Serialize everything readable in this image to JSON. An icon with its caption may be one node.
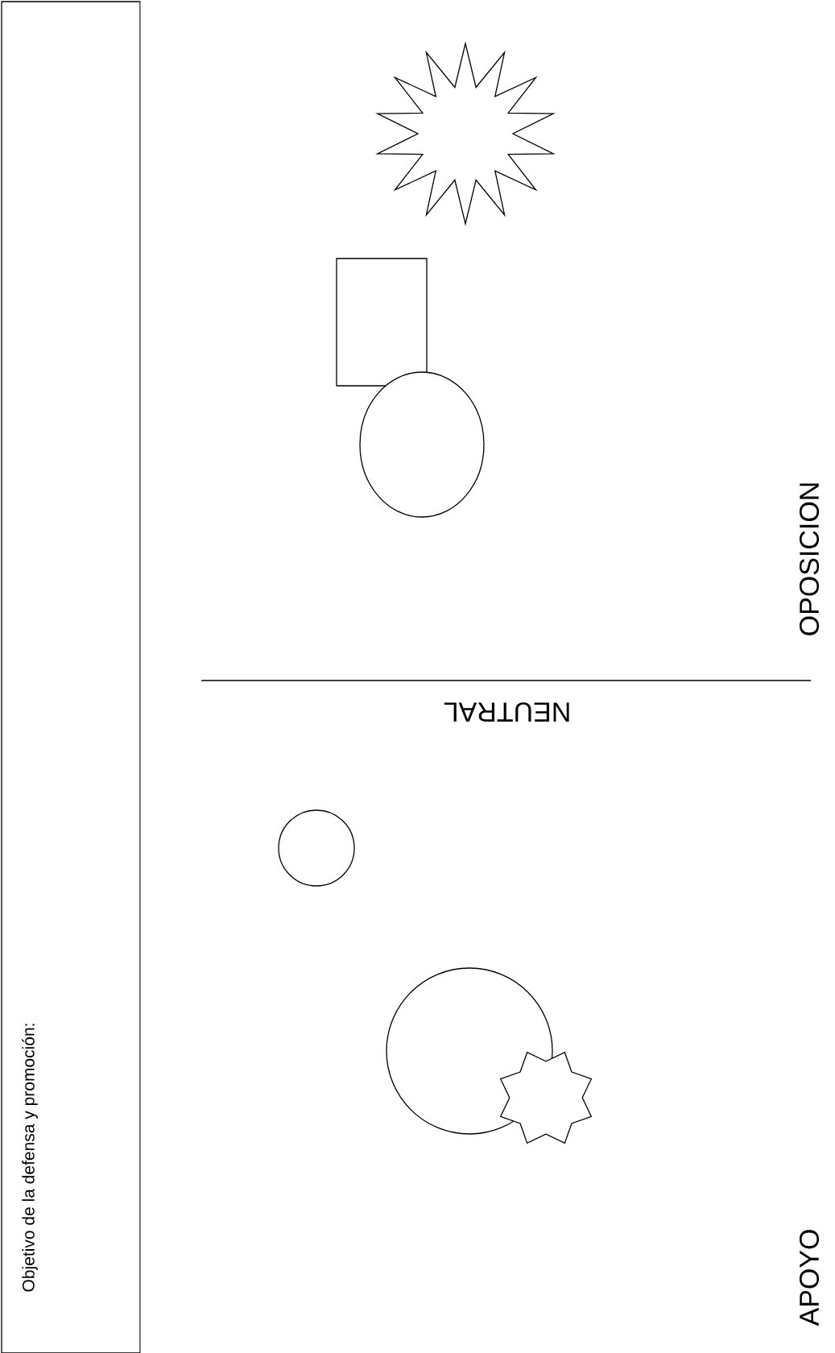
{
  "diagram": {
    "nodes": [
      {
        "text": [
          "Objetivo de la defensa y promoción:"
        ]
      },
      {
        "text": [],
        "shape": "star"
      },
      {
        "text": [],
        "shape": "box"
      },
      {
        "text": [],
        "shape": "ellipse"
      },
      {
        "text": [],
        "shape": "circle"
      },
      {
        "text": [],
        "shape": "circle"
      },
      {
        "text": [],
        "shape": "star"
      }
    ],
    "edges": [],
    "labels": [
      "OPOSICION",
      "NEUTRAL",
      "APOYO"
    ]
  }
}
